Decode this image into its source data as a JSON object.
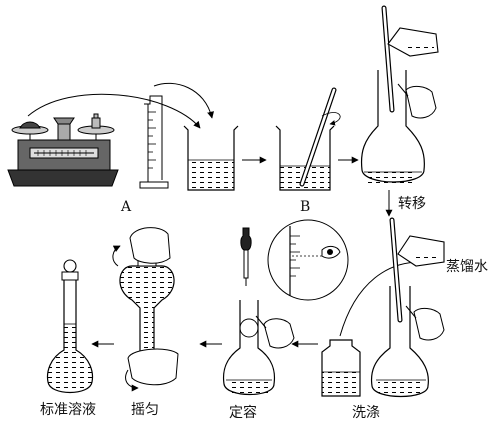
{
  "labels": {
    "a": "A",
    "b": "B",
    "transfer": "转移",
    "distilled_water": "蒸馏水",
    "wash": "洗涤",
    "make_volume": "定容",
    "shake": "摇匀",
    "standard_solution": "标准溶液"
  },
  "icons": [
    "balance-icon",
    "graduated-cylinder-icon",
    "beaker-icon",
    "glass-rod-icon",
    "volumetric-flask-icon",
    "dropper-icon",
    "hand-icon",
    "wash-bottle-icon",
    "eye-icon",
    "arrow-icon"
  ]
}
